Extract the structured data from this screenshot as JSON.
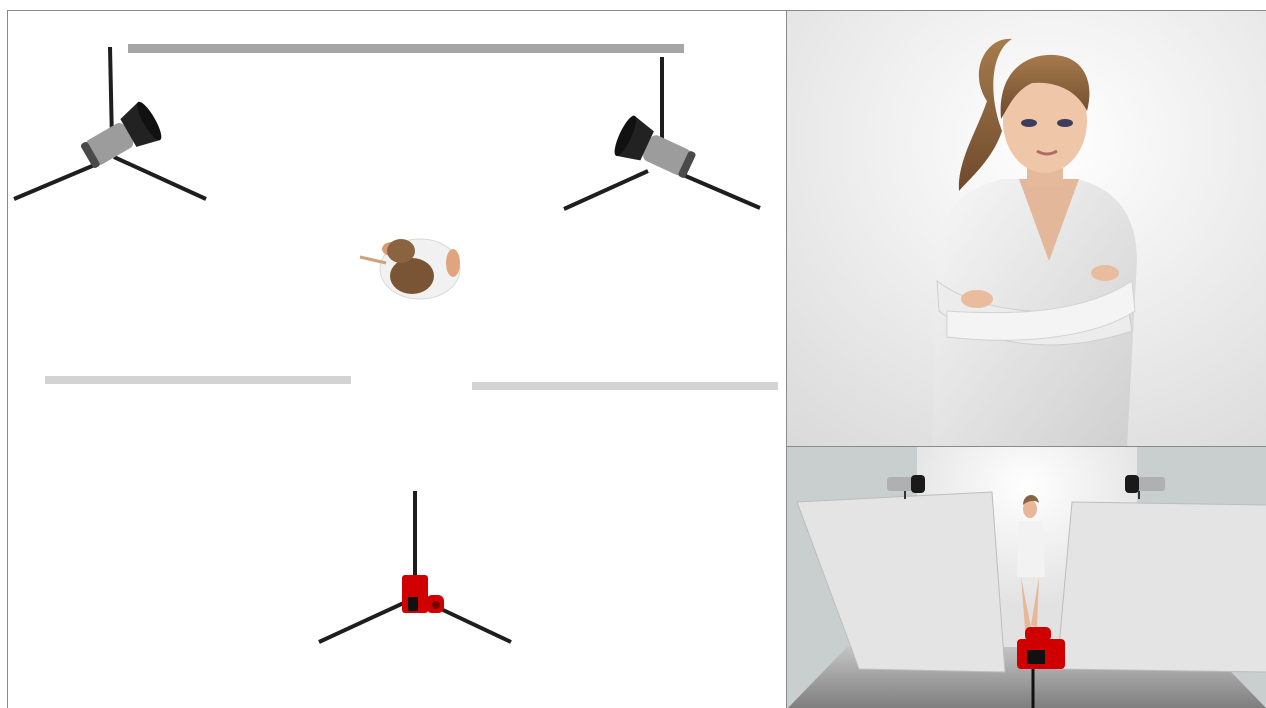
{
  "diagram": {
    "elements": [
      "backdrop-top",
      "key-light-left",
      "key-light-right",
      "model-top-view",
      "reflector-panel-left",
      "reflector-panel-right",
      "camera-on-tripod"
    ]
  },
  "colors": {
    "backdrop": "#a6a6a6",
    "panel": "#d3d3d3",
    "stand": "#1e1e1e",
    "light_body": "#9a9a9a",
    "camera": "#d10000",
    "studio_wall": "#c9cfcf",
    "studio_floor": "#8f8f8f"
  }
}
